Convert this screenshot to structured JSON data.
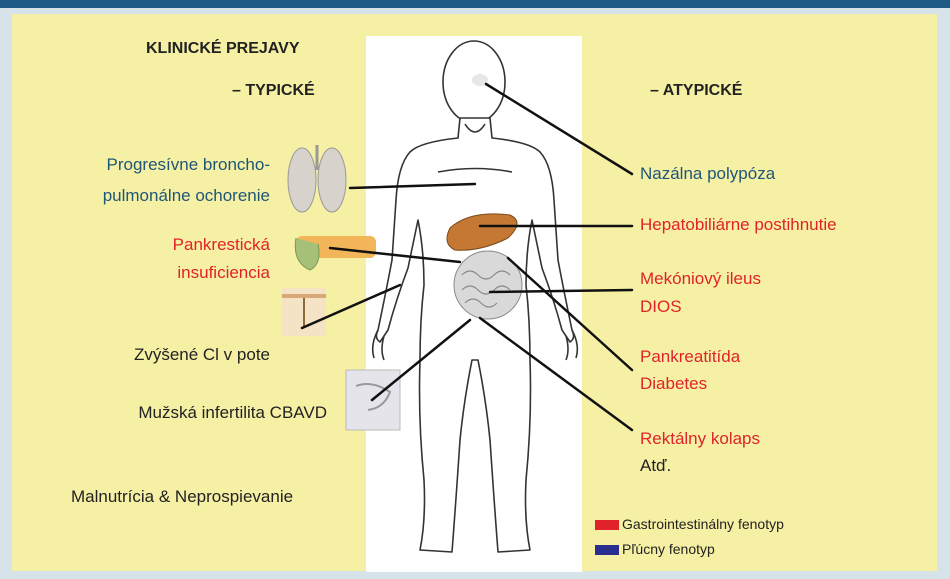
{
  "header": {
    "title": "KLINICKÉ PREJAVY",
    "typical": "– TYPICKÉ",
    "atypical": "– ATYPICKÉ"
  },
  "left_labels": {
    "bronchopulmonary_line1": "Progresívne broncho-",
    "bronchopulmonary_line2": "pulmonálne ochorenie",
    "pancreatic_line1": "Pankrestická",
    "pancreatic_line2": "insuficiencia",
    "sweat_cl": "Zvýšené Cl v pote",
    "male_infertility": "Mužská infertilita CBAVD",
    "malnutrition": "Malnutrícia & Neprospievanie"
  },
  "right_labels": {
    "nasal": "Nazálna polypóza",
    "hepatobiliary": "Hepatobiliárne postihnutie",
    "meconium_line1": "Mekóniový ileus",
    "meconium_line2": "DIOS",
    "pancreatitis_line1": "Pankreatitída",
    "pancreatitis_line2": "Diabetes",
    "rectal": "Rektálny kolaps",
    "etc": "Atď."
  },
  "legend": {
    "gi_label": "Gastrointestinálny fenotyp",
    "gi_color": "#e0232b",
    "lung_label": "Pľúcny fenotyp",
    "lung_color": "#2a2f8f"
  },
  "colors": {
    "panel": "#f6f0a4",
    "topbar": "#1f5a85",
    "label_blue": "#1e5678",
    "label_red": "#e0232b"
  }
}
